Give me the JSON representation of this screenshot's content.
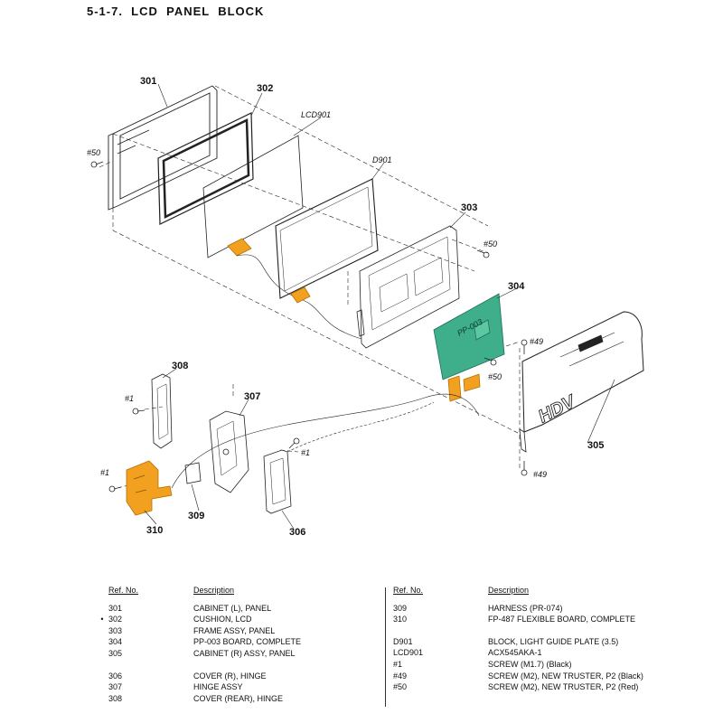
{
  "title": "5-1-7.  LCD  PANEL  BLOCK",
  "colors": {
    "board_green": "#3fae8a",
    "flex_orange": "#f1a020",
    "line": "#222222"
  },
  "diagram_labels": {
    "p301": "301",
    "p302": "302",
    "p303": "303",
    "p304": "304",
    "p305": "305",
    "p306": "306",
    "p307": "307",
    "p308": "308",
    "p309": "309",
    "p310": "310",
    "lcd901": "LCD901",
    "d901": "D901",
    "s50a": "#50",
    "s50b": "#50",
    "s50c": "#50",
    "s49a": "#49",
    "s49b": "#49",
    "s1a": "#1",
    "s1b": "#1",
    "s1c": "#1",
    "board_text": "PP-003",
    "hdv": "HDV"
  },
  "parts_table": {
    "ref_header": "Ref. No.",
    "desc_header": "Description",
    "left": [
      {
        "mark": "",
        "ref": "301",
        "desc": "CABINET (L), PANEL"
      },
      {
        "mark": "•",
        "ref": "302",
        "desc": "CUSHION, LCD"
      },
      {
        "mark": "",
        "ref": "303",
        "desc": "FRAME ASSY, PANEL"
      },
      {
        "mark": "",
        "ref": "304",
        "desc": "PP-003 BOARD, COMPLETE"
      },
      {
        "mark": "",
        "ref": "305",
        "desc": "CABINET (R) ASSY, PANEL"
      },
      {
        "mark": "",
        "ref": "306",
        "desc": "COVER (R), HINGE"
      },
      {
        "mark": "",
        "ref": "307",
        "desc": "HINGE ASSY"
      },
      {
        "mark": "",
        "ref": "308",
        "desc": "COVER (REAR), HINGE"
      }
    ],
    "right": [
      {
        "ref": "309",
        "desc": "HARNESS (PR-074)"
      },
      {
        "ref": "310",
        "desc": "FP-487 FLEXIBLE BOARD, COMPLETE"
      },
      {
        "ref": "D901",
        "desc": "BLOCK, LIGHT GUIDE PLATE (3.5)"
      },
      {
        "ref": "LCD901",
        "desc": "ACX545AKA-1"
      },
      {
        "ref": "#1",
        "desc": "SCREW (M1.7) (Black)"
      },
      {
        "ref": "#49",
        "desc": "SCREW (M2), NEW TRUSTER, P2 (Black)"
      },
      {
        "ref": "#50",
        "desc": "SCREW (M2), NEW TRUSTER, P2 (Red)"
      }
    ]
  }
}
